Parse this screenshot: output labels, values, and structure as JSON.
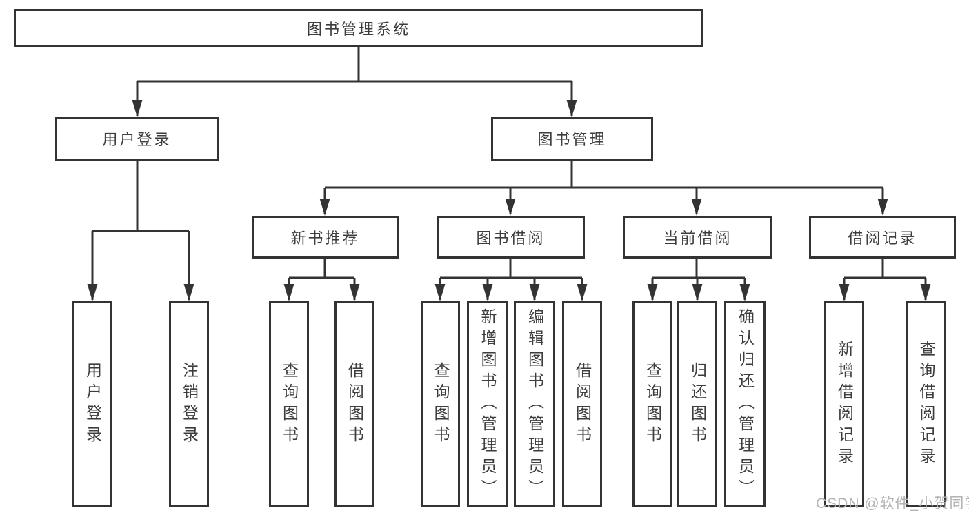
{
  "diagram_title": "图书管理系统",
  "colors": {
    "line": "#333333",
    "node_border": "#333333",
    "node_text": "#3d3d3d",
    "watermark_text": "#b3b3b3",
    "background": "#ffffff"
  },
  "tree": {
    "label": "图书管理系统",
    "children": [
      {
        "label": "用户登录",
        "children": [
          {
            "label": "用户登录"
          },
          {
            "label": "注销登录"
          }
        ]
      },
      {
        "label": "图书管理",
        "children": [
          {
            "label": "新书推荐",
            "children": [
              {
                "label": "查询图书"
              },
              {
                "label": "借阅图书"
              }
            ]
          },
          {
            "label": "图书借阅",
            "children": [
              {
                "label": "查询图书"
              },
              {
                "label": "新增图书（管理员）"
              },
              {
                "label": "编辑图书（管理员）"
              },
              {
                "label": "借阅图书"
              }
            ]
          },
          {
            "label": "当前借阅",
            "children": [
              {
                "label": "查询图书"
              },
              {
                "label": "归还图书"
              },
              {
                "label": "确认归还（管理员）"
              }
            ]
          },
          {
            "label": "借阅记录",
            "children": [
              {
                "label": "新增借阅记录"
              },
              {
                "label": "查询借阅记录"
              }
            ]
          }
        ]
      }
    ]
  },
  "watermark": "CSDN @软件_小贺同学"
}
